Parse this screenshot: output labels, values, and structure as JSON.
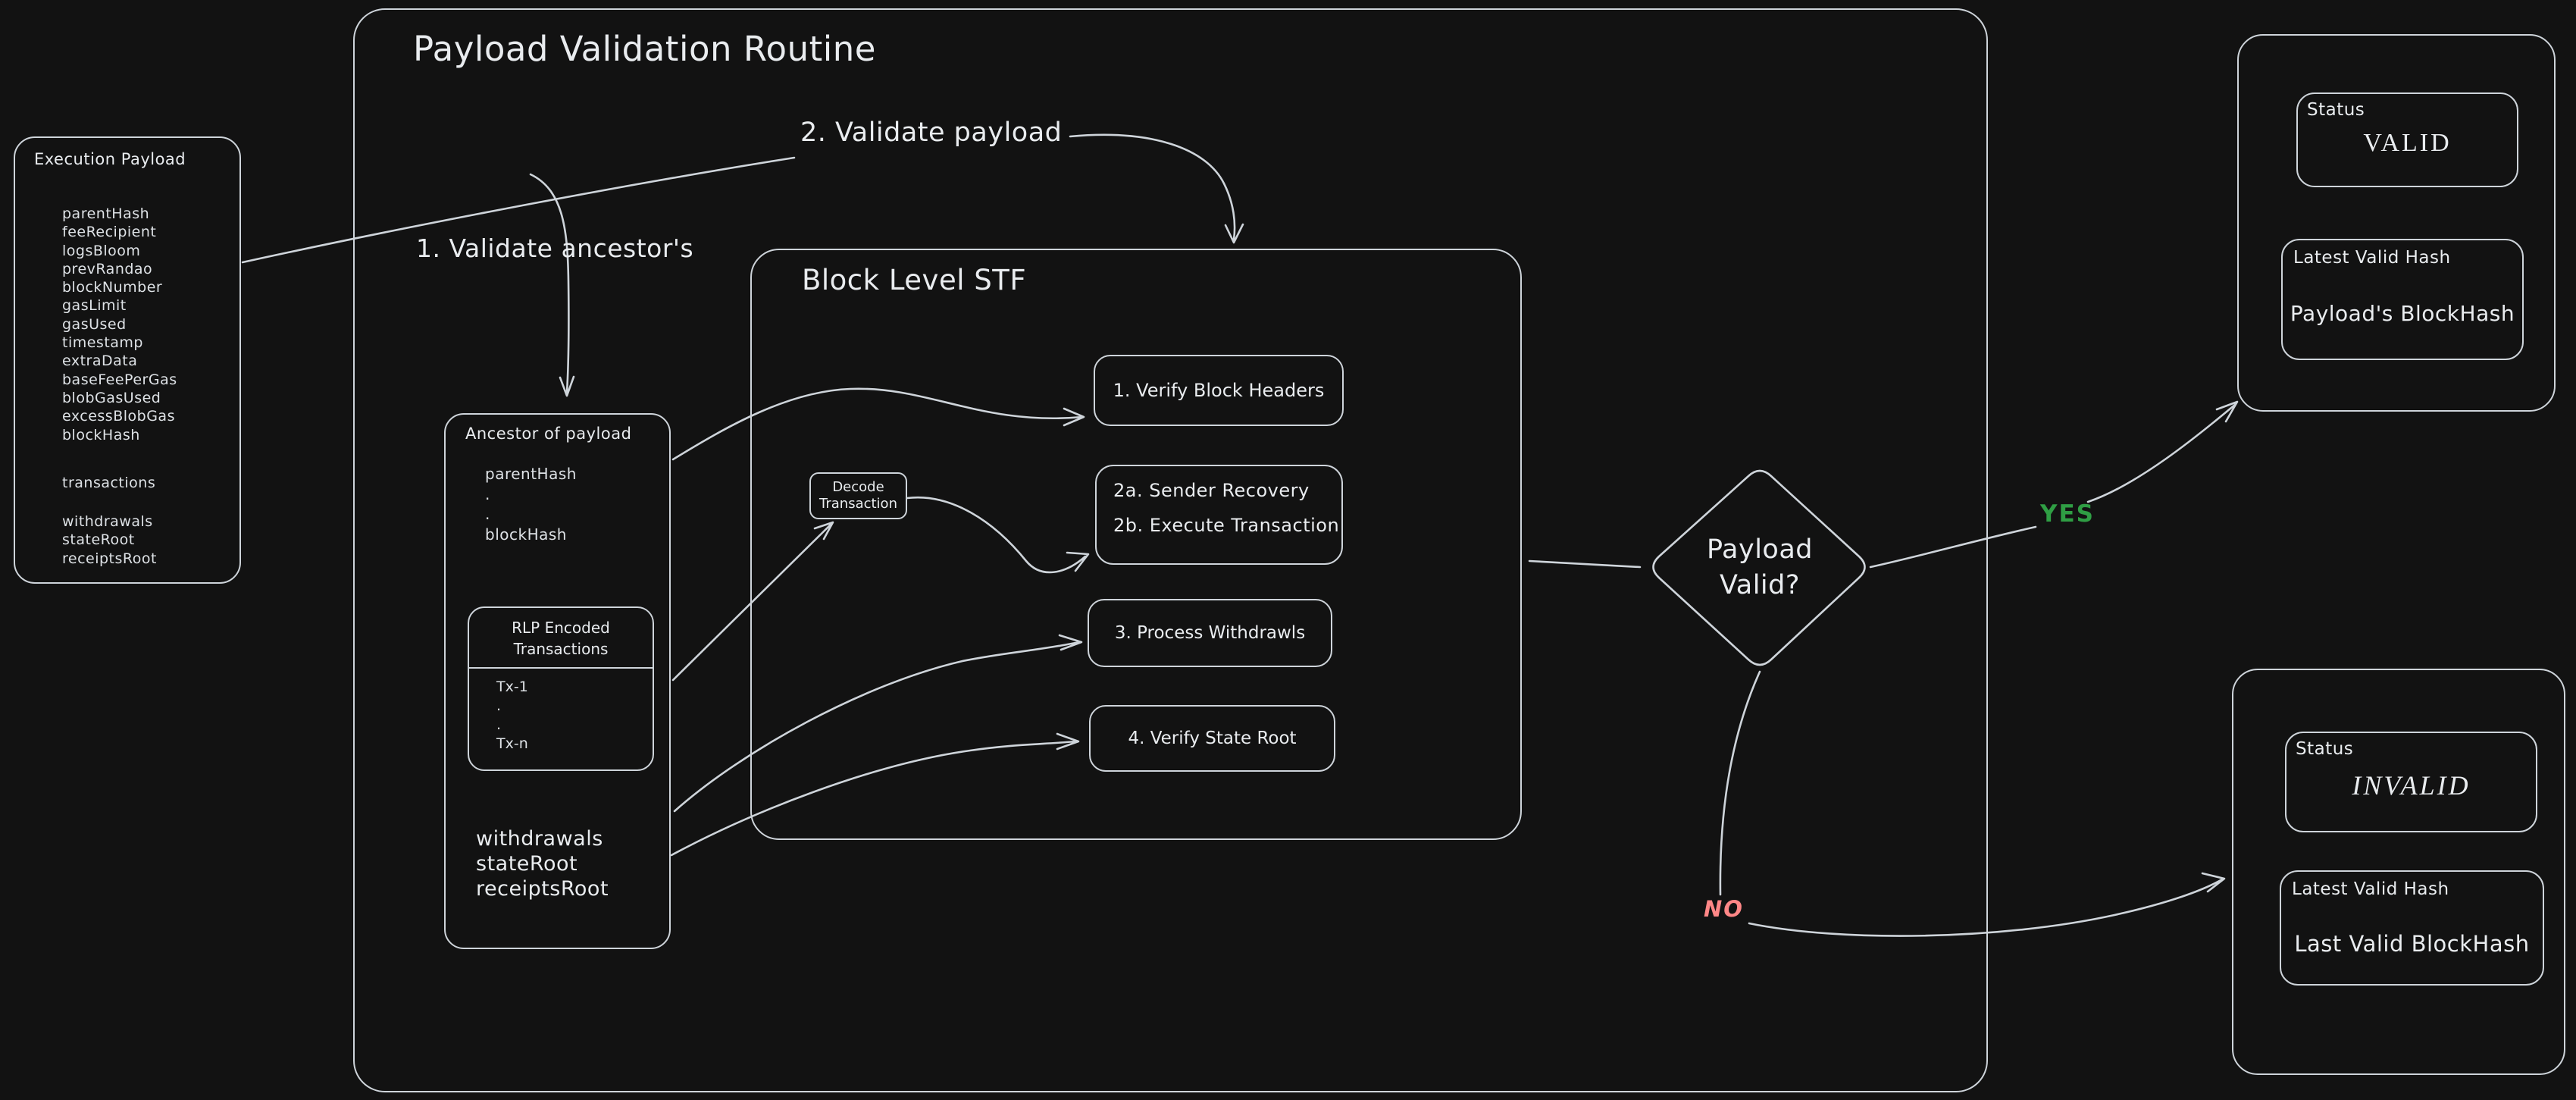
{
  "diagram": {
    "title": "Payload Validation Routine",
    "colors": {
      "background": "#121212",
      "stroke": "#ced4da",
      "text": "#e9ecef",
      "yes_green": "#2f9e44",
      "no_red": "#ff8787"
    }
  },
  "execution_payload": {
    "title": "Execution Payload",
    "fields": [
      "parentHash",
      "feeRecipient",
      "logsBloom",
      "prevRandao",
      "blockNumber",
      "gasLimit",
      "gasUsed",
      "timestamp",
      "extraData",
      "baseFeePerGas",
      "blobGasUsed",
      "excessBlobGas",
      "blockHash"
    ],
    "transactions_field": "transactions",
    "root_fields": [
      "withdrawals",
      "stateRoot",
      "receiptsRoot"
    ]
  },
  "labels": {
    "step1": "1. Validate ancestor's",
    "step2": "2. Validate payload",
    "yes": "YES",
    "no": "NO"
  },
  "ancestor": {
    "title": "Ancestor of payload",
    "fields": [
      "parentHash",
      ".",
      ".",
      "blockHash"
    ],
    "rlp_box": {
      "title_line1": "RLP Encoded",
      "title_line2": "Transactions",
      "items": [
        "Tx-1",
        ".",
        ".",
        "Tx-n"
      ]
    },
    "root_fields": [
      "withdrawals",
      "stateRoot",
      "receiptsRoot"
    ]
  },
  "stf": {
    "title": "Block Level STF",
    "decode_box": {
      "line1": "Decode",
      "line2": "Transaction"
    },
    "steps": {
      "s1": "1. Verify Block Headers",
      "s2a": "2a. Sender Recovery",
      "s2b": "2b. Execute Transaction",
      "s3": "3. Process Withdrawls",
      "s4": "4. Verify State Root"
    }
  },
  "decision": {
    "line1": "Payload",
    "line2": "Valid?"
  },
  "valid_outcome": {
    "status_label": "Status",
    "status_value": "VALID",
    "hash_label": "Latest Valid Hash",
    "hash_value": "Payload's BlockHash"
  },
  "invalid_outcome": {
    "status_label": "Status",
    "status_value": "INVALID",
    "hash_label": "Latest Valid Hash",
    "hash_value": "Last Valid BlockHash"
  }
}
